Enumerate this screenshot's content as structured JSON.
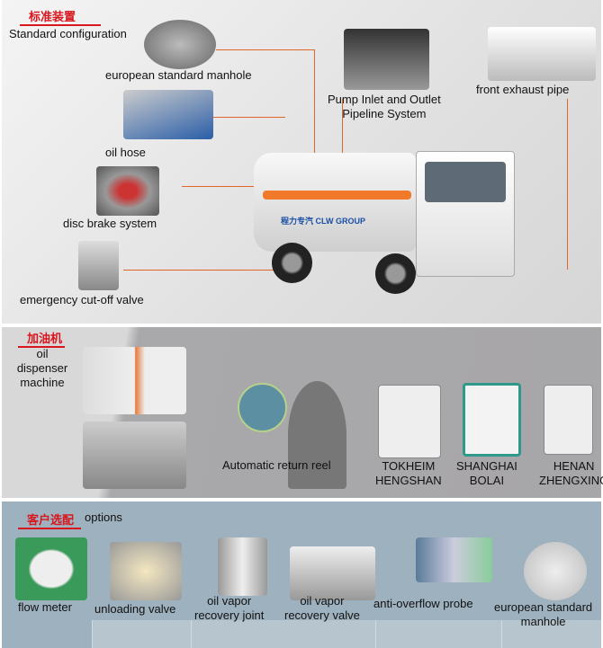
{
  "standard": {
    "heading_cn": "标准装置",
    "heading_en": "Standard configuration",
    "items": [
      "european standard manhole",
      "oil hose",
      "disc brake system",
      "emergency cut-off valve",
      "Pump Inlet and Outlet Pipeline System",
      "front exhaust pipe"
    ],
    "truck_logo": "程力专汽 CLW GROUP"
  },
  "dispenser": {
    "heading_cn": "加油机",
    "heading_en": "oil dispenser machine",
    "reel": "Automatic return reel",
    "brands": [
      [
        "TOKHEIM",
        "HENGSHAN"
      ],
      [
        "SHANGHAI",
        "BOLAI"
      ],
      [
        "HENAN",
        "ZHENGXING"
      ]
    ]
  },
  "options": {
    "heading_cn": "客户选配",
    "heading_en": "options",
    "items": [
      [
        "flow meter"
      ],
      [
        "unloading valve"
      ],
      [
        "oil vapor",
        "recovery joint"
      ],
      [
        "oil vapor",
        "recovery valve"
      ],
      [
        "anti-overflow probe"
      ],
      [
        "european standard",
        "manhole"
      ]
    ],
    "colors": {
      "accent": "#d8161e",
      "line": "#e4652a"
    }
  }
}
